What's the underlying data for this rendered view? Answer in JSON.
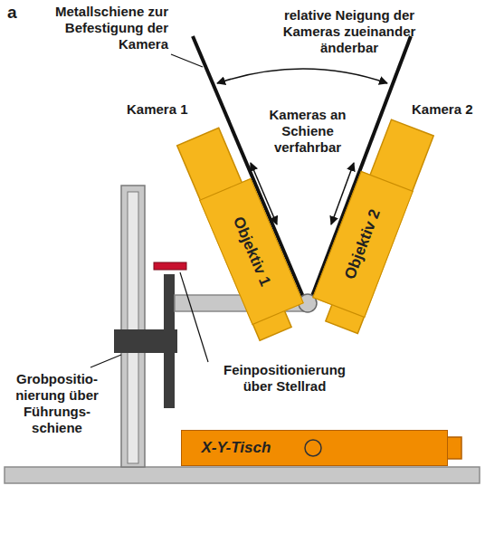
{
  "diagram": {
    "nodes": [
      {
        "text": [
          "Objektiv 1"
        ]
      },
      {
        "text": [
          "Objektiv 2"
        ]
      },
      {
        "text": [
          "X-Y-Tisch"
        ]
      }
    ],
    "labels": [
      "a",
      "Metallschiene zur Befestigung der Kamera",
      "relative Neigung der Kameras zueinander änderbar",
      "Kamera 1",
      "Kameras an Schiene verfahrbar",
      "Kamera 2",
      "Grobpositio- nierung über Führungs- schiene",
      "Feinpositionierung über Stellrad"
    ]
  }
}
